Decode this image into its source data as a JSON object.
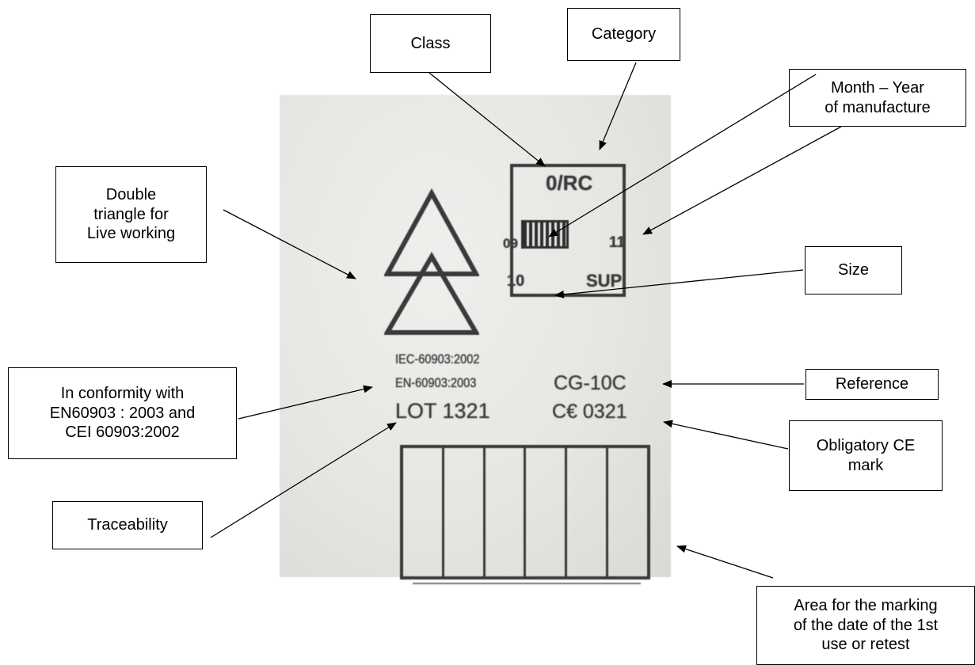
{
  "callouts": {
    "class": "Class",
    "category": "Category",
    "month_year": "Month – Year\nof manufacture",
    "double_triangle": "Double\ntriangle for\nLive working",
    "size": "Size",
    "conformity": "In conformity with\nEN60903 : 2003 and\nCEI 60903:2002",
    "reference": "Reference",
    "ce_mark": "Obligatory CE\nmark",
    "traceability": "Traceability",
    "marking_area": "Area for the marking\nof the date of the 1st\nuse or retest"
  },
  "label": {
    "class_category": "0/RC",
    "month": "09",
    "year": "11",
    "size": "10",
    "size_suffix": "SUP",
    "standard_iec": "IEC-60903:2002",
    "standard_en": "EN-60903:2003",
    "reference": "CG-10C",
    "lot": "LOT 1321",
    "ce": "C€ 0321"
  },
  "icons": {
    "double_triangle": "double-triangle-icon",
    "barcode": "barcode-icon"
  },
  "colors": {
    "ink": "#3a3a3a",
    "photo_bg": "#e6e6e3",
    "callout_border": "#000000"
  }
}
